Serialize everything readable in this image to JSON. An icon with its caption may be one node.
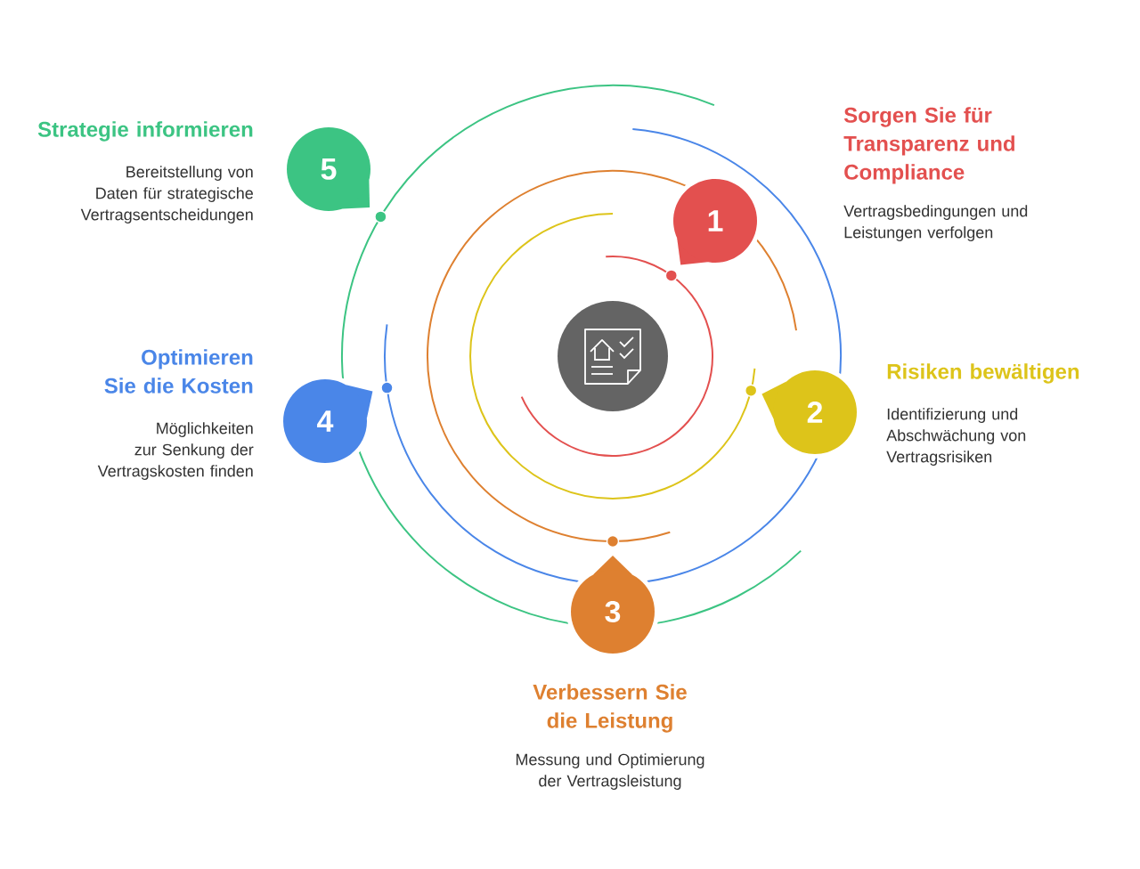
{
  "diagram": {
    "nodes": [
      {
        "text": [],
        "shape": "circle"
      },
      {
        "text": [
          "1"
        ],
        "beside": [
          "Sorgen Sie für Transparenz und Compliance",
          "Vertragsbedingungen und Leistungen verfolgen"
        ]
      },
      {
        "text": [
          "2"
        ],
        "beside": [
          "Risiken bewältigen",
          "Identifizierung und Abschwächung von Vertragsrisiken"
        ]
      },
      {
        "text": [
          "3"
        ],
        "beside": [
          "Verbessern Sie die Leistung",
          "Messung und Optimierung der Vertragsleistung"
        ]
      },
      {
        "text": [
          "4"
        ],
        "beside": [
          "Optimieren Sie die Kosten",
          "Möglichkeiten zur Senkung der Vertragskosten finden"
        ]
      },
      {
        "text": [
          "5"
        ],
        "beside": [
          "Strategie informieren",
          "Bereitstellung von Daten für strategische Vertragsentscheidungen"
        ]
      }
    ]
  }
}
